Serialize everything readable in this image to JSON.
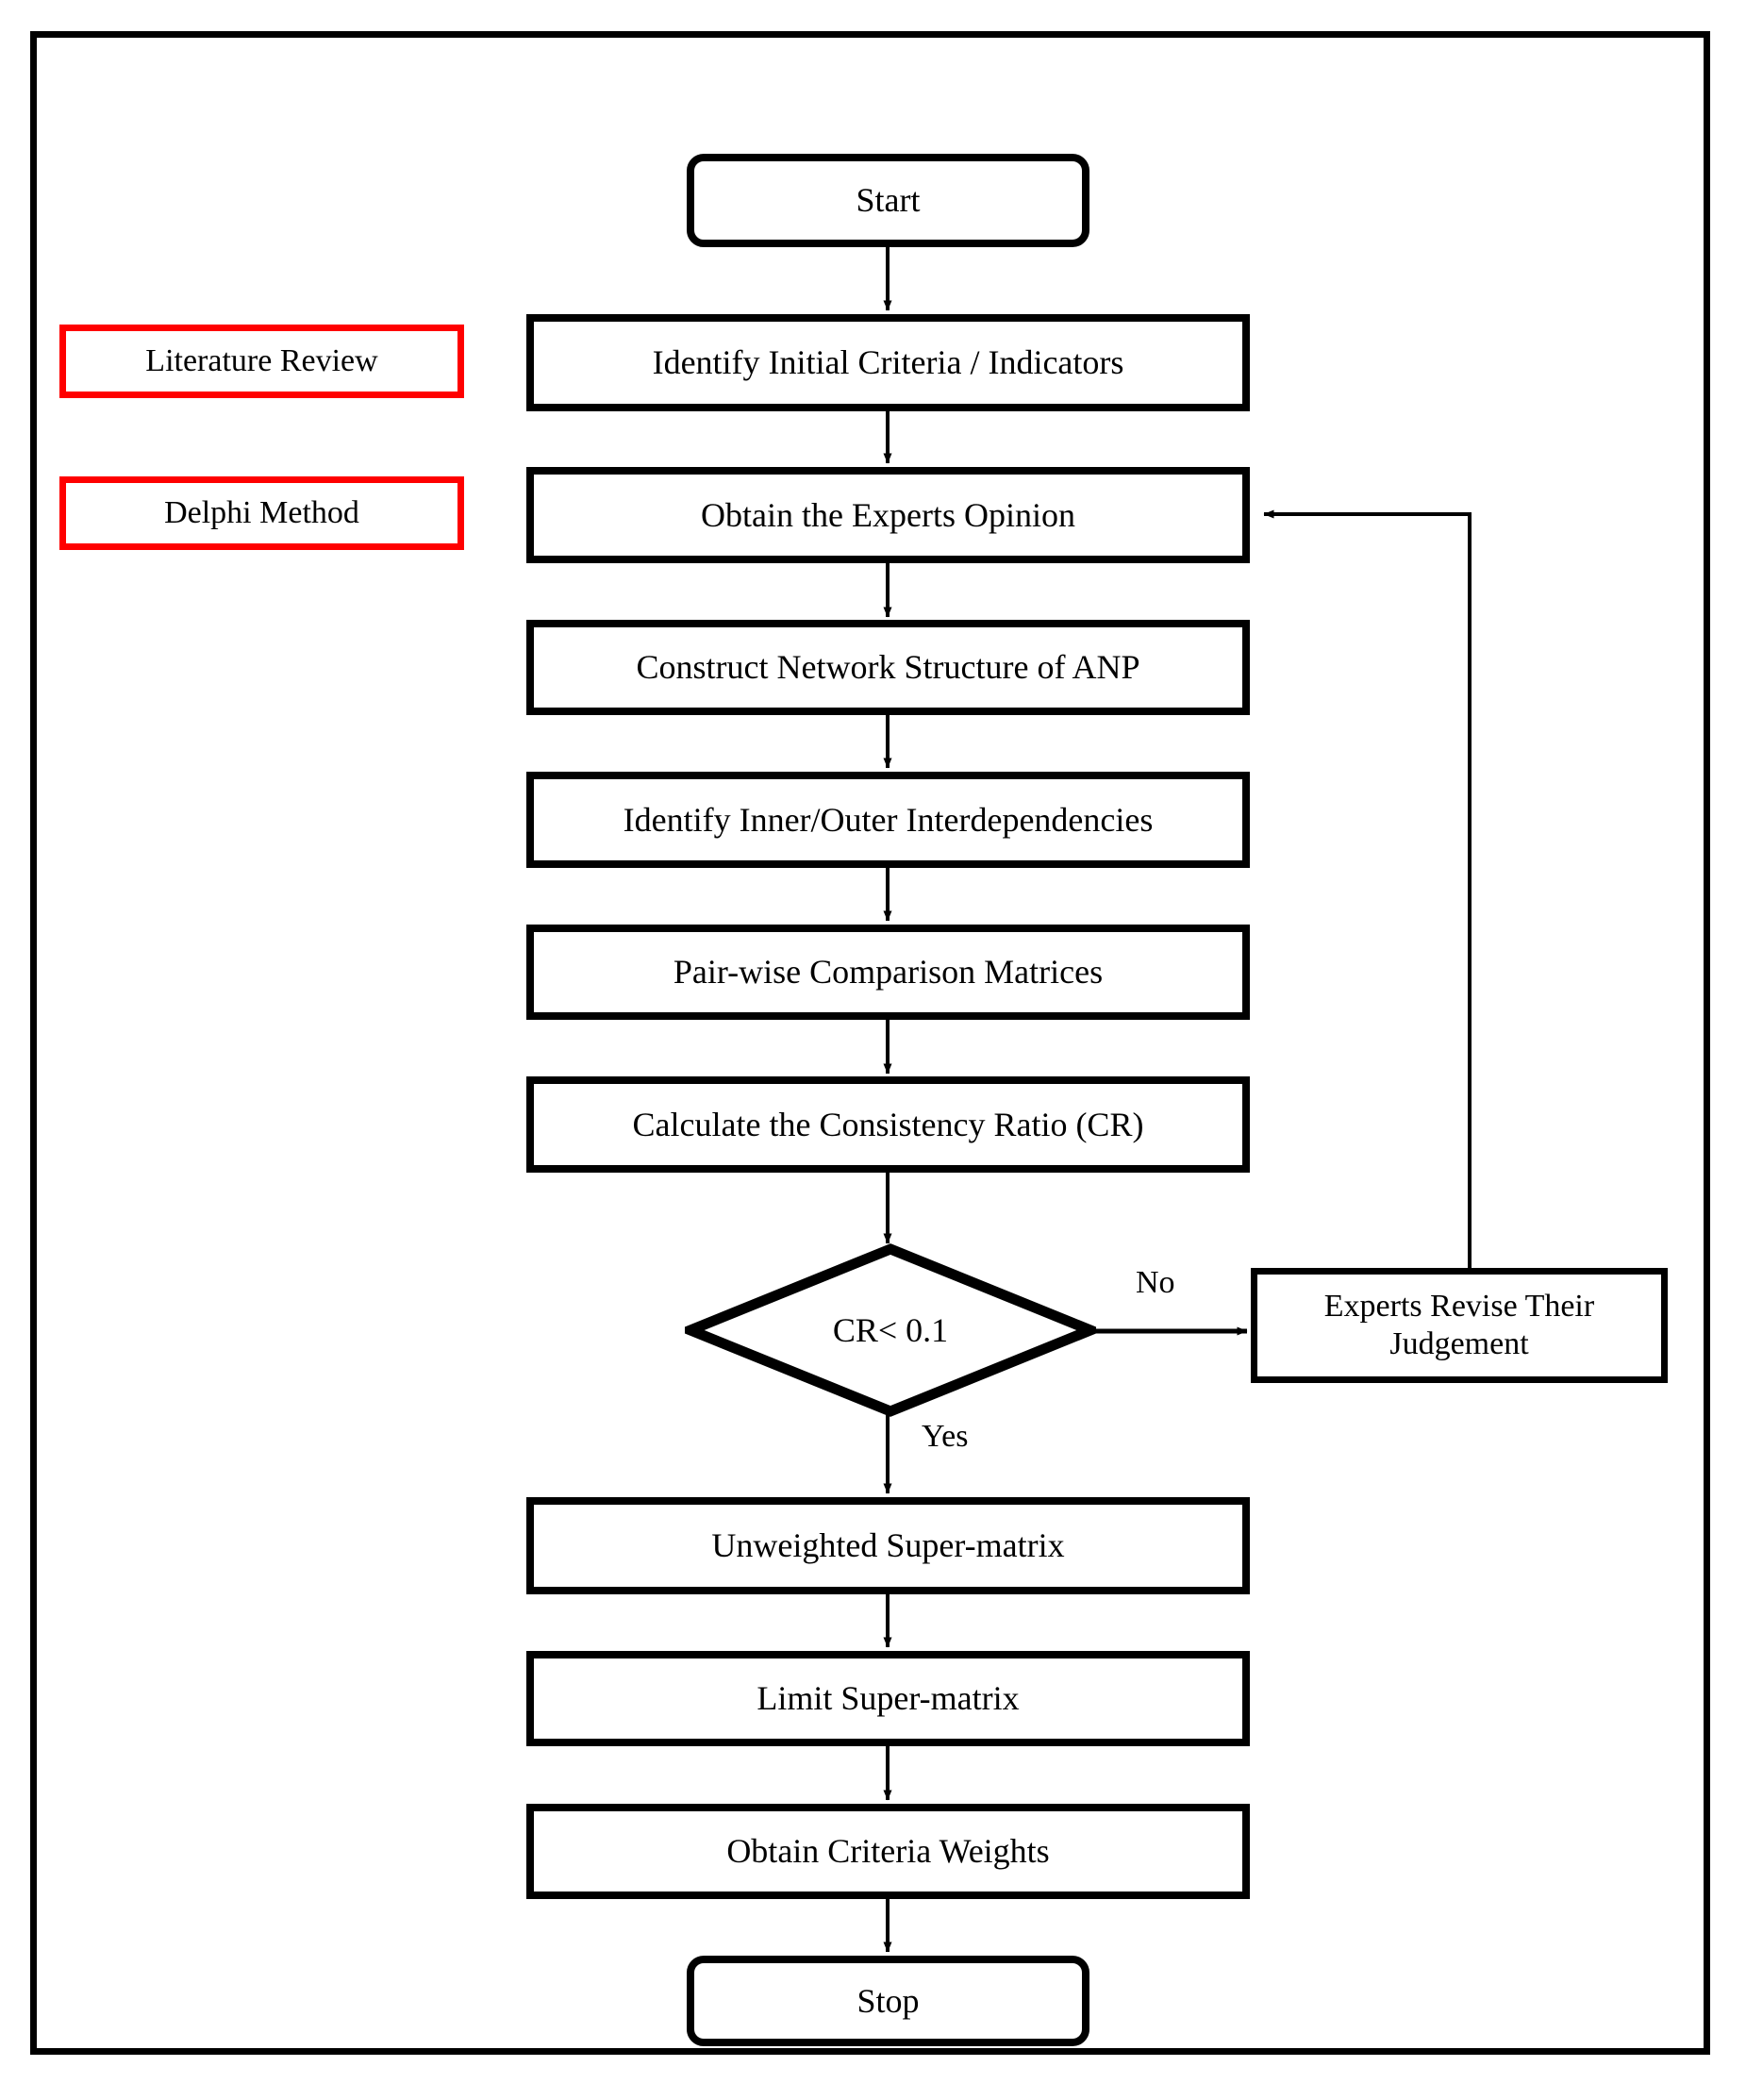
{
  "diagram": {
    "title_present": false,
    "border_color": "#000000",
    "accent_color": "#FF0000",
    "node_fill": "#ffffff"
  },
  "side_tags": [
    {
      "label": "Literature Review",
      "name": "literature-review-tag"
    },
    {
      "label": "Delphi Method",
      "name": "delphi-method-tag"
    }
  ],
  "flow": {
    "start": "Start",
    "stop": "Stop",
    "steps": [
      "Identify Initial Criteria / Indicators",
      "Obtain the Experts Opinion",
      "Construct Network Structure of ANP",
      "Identify Inner/Outer Interdependencies",
      "Pair-wise Comparison Matrices",
      "Calculate the Consistency Ratio (CR)"
    ],
    "decision": "CR< 0.1",
    "decision_yes": "Yes",
    "decision_no": "No",
    "revise": {
      "line1": "Experts Revise Their",
      "line2": "Judgement"
    },
    "post_steps": [
      "Unweighted Super-matrix",
      "Limit Super-matrix",
      "Obtain Criteria Weights"
    ]
  }
}
